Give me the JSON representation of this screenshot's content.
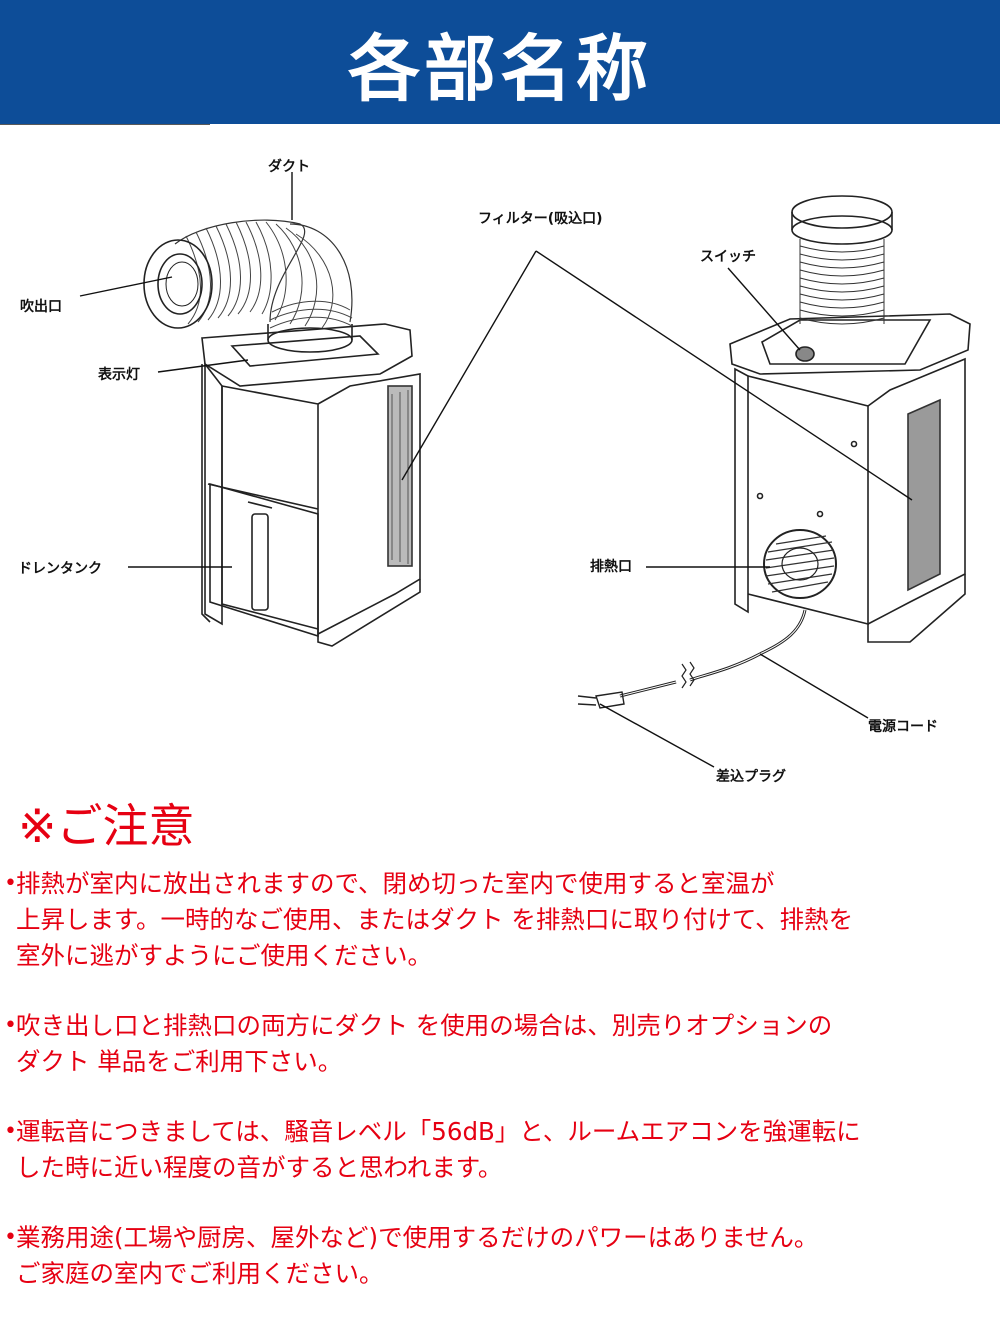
{
  "header": {
    "title": "各部名称"
  },
  "diagram": {
    "left_unit_labels": {
      "duct": "ダクト",
      "outlet": "吹出口",
      "indicator_lamp": "表示灯",
      "drain_tank": "ドレンタンク"
    },
    "right_unit_labels": {
      "filter": "フィルター(吸込口)",
      "switch": "スイッチ",
      "exhaust": "排熱口",
      "power_cord": "電源コード",
      "plug": "差込プラグ"
    }
  },
  "caution": {
    "title": "※ご注意",
    "bullet": "•",
    "notes": [
      {
        "lines": [
          "排熱が室内に放出されますので、閉め切った室内で使用すると室温が",
          "上昇します。一時的なご使用、またはダクト を排熱口に取り付けて、排熱を",
          "室外に逃がすようにご使用ください。"
        ]
      },
      {
        "lines": [
          "吹き出し口と排熱口の両方にダクト を使用の場合は、別売りオプションの",
          "ダクト 単品をご利用下さい。"
        ]
      },
      {
        "lines": [
          "運転音につきましては、騒音レベル「56dB」と、ルームエアコンを強運転に",
          "した時に近い程度の音がすると思われます。"
        ]
      },
      {
        "lines": [
          "業務用途(工場や厨房、屋外など)で使用するだけのパワーはありません。",
          "ご家庭の室内でご利用ください。"
        ]
      }
    ]
  },
  "colors": {
    "header_bg": "#0d4d98",
    "caution_red": "#e60012"
  }
}
